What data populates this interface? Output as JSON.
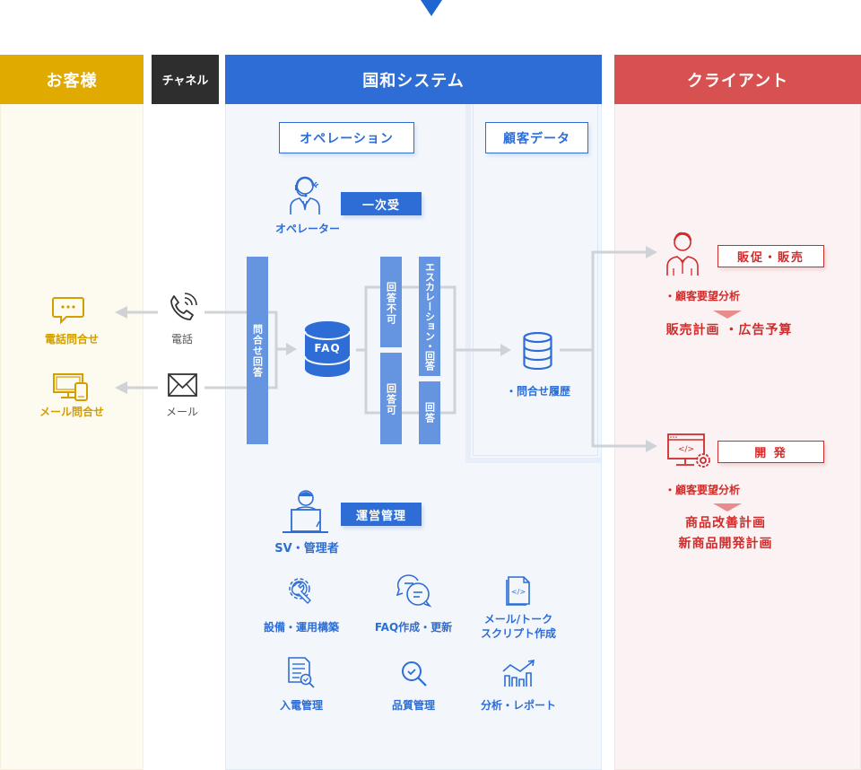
{
  "columns": {
    "customer": "お客様",
    "channel": "チャネル",
    "system": "国和システム",
    "client": "クライアント"
  },
  "customer_items": [
    {
      "icon": "chat-bubble-icon",
      "label": "電話問合せ"
    },
    {
      "icon": "monitor-phone-icon",
      "label": "メール問合せ"
    }
  ],
  "channel_items": [
    {
      "icon": "phone-icon",
      "label": "電話"
    },
    {
      "icon": "envelope-icon",
      "label": "メール"
    }
  ],
  "system": {
    "operation_label": "オペレーション",
    "customer_data_label": "顧客データ",
    "operator": {
      "icon": "operator-headset-icon",
      "label": "オペレーター",
      "tag": "一次受"
    },
    "flow": {
      "inquiry_bar": "問合せ回答",
      "faq_db": "FAQ",
      "cannot_answer": "回答不可",
      "can_answer": "回答可",
      "escalation": "エスカレーション・回答",
      "answer": "回答"
    },
    "history": {
      "icon": "database-icon",
      "label": "・問合せ履歴"
    },
    "supervisor": {
      "icon": "supervisor-laptop-icon",
      "label": "SV・管理者",
      "tag": "運営管理"
    },
    "tasks": [
      {
        "icon": "gear-wrench-icon",
        "label": "設備・運用構築"
      },
      {
        "icon": "faq-chat-icon",
        "label": "FAQ作成・更新"
      },
      {
        "icon": "script-doc-icon",
        "label_line1": "メール/トーク",
        "label_line2": "スクリプト作成"
      },
      {
        "icon": "document-check-icon",
        "label": "入電管理"
      },
      {
        "icon": "magnify-check-icon",
        "label": "品質管理"
      },
      {
        "icon": "bar-chart-trend-icon",
        "label": "分析・レポート"
      }
    ]
  },
  "client": {
    "sales": {
      "icon": "businessman-icon",
      "tag": "販促・販売",
      "analysis": "・顧客要望分析",
      "outcome": "販売計画 ・広告予算"
    },
    "dev": {
      "icon": "code-monitor-gear-icon",
      "tag": "開 発",
      "analysis": "・顧客要望分析",
      "outcome_line1": "商品改善計画",
      "outcome_line2": "新商品開発計画"
    }
  },
  "colors": {
    "customer": "#e0aa00",
    "channel": "#2e2e2e",
    "system": "#2d6dd5",
    "client": "#d85151",
    "connector": "#cfd2d6"
  }
}
